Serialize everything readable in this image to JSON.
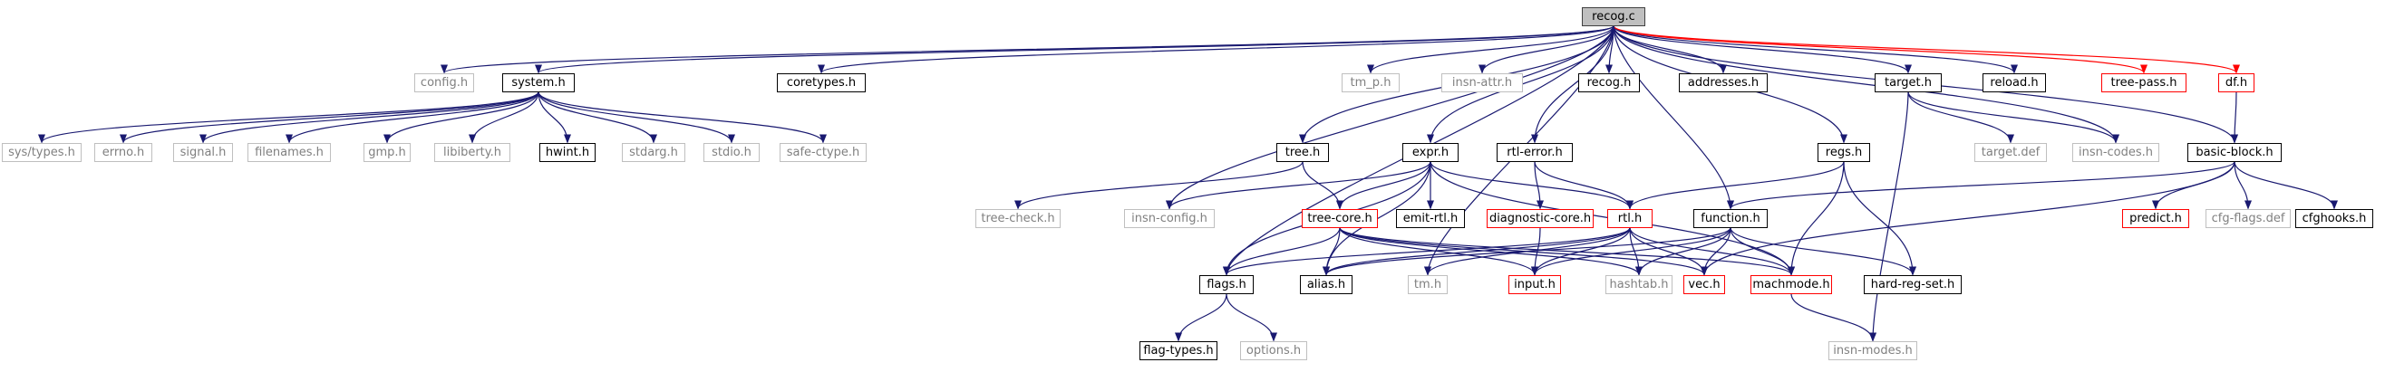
{
  "colors": {
    "edge": "#191970",
    "edge_red": "#ff0000",
    "border_black": "#000000",
    "border_grey": "#bfbfbf",
    "border_red": "#ff0000",
    "root_fill": "#bfbfbf",
    "grey_text": "#808080"
  },
  "graph": {
    "nodes": {
      "recog_c": {
        "label": "recog.c",
        "style": "root"
      },
      "config_h": {
        "label": "config.h",
        "style": "grey"
      },
      "system_h": {
        "label": "system.h",
        "style": "black"
      },
      "coretypes_h": {
        "label": "coretypes.h",
        "style": "black"
      },
      "tm_p_h": {
        "label": "tm_p.h",
        "style": "grey"
      },
      "insn_attr_h": {
        "label": "insn-attr.h",
        "style": "grey"
      },
      "recog_h": {
        "label": "recog.h",
        "style": "black"
      },
      "addresses_h": {
        "label": "addresses.h",
        "style": "black"
      },
      "target_h": {
        "label": "target.h",
        "style": "black"
      },
      "reload_h": {
        "label": "reload.h",
        "style": "black"
      },
      "tree_pass_h": {
        "label": "tree-pass.h",
        "style": "red"
      },
      "df_h": {
        "label": "df.h",
        "style": "red"
      },
      "sys_types_h": {
        "label": "sys/types.h",
        "style": "grey"
      },
      "errno_h": {
        "label": "errno.h",
        "style": "grey"
      },
      "signal_h": {
        "label": "signal.h",
        "style": "grey"
      },
      "filenames_h": {
        "label": "filenames.h",
        "style": "grey"
      },
      "gmp_h": {
        "label": "gmp.h",
        "style": "grey"
      },
      "libiberty_h": {
        "label": "libiberty.h",
        "style": "grey"
      },
      "hwint_h": {
        "label": "hwint.h",
        "style": "black"
      },
      "stdarg_h": {
        "label": "stdarg.h",
        "style": "grey"
      },
      "stdio_h": {
        "label": "stdio.h",
        "style": "grey"
      },
      "safe_ctype_h": {
        "label": "safe-ctype.h",
        "style": "grey"
      },
      "tree_h": {
        "label": "tree.h",
        "style": "black"
      },
      "expr_h": {
        "label": "expr.h",
        "style": "black"
      },
      "rtl_error_h": {
        "label": "rtl-error.h",
        "style": "black"
      },
      "regs_h": {
        "label": "regs.h",
        "style": "black"
      },
      "target_def": {
        "label": "target.def",
        "style": "grey"
      },
      "insn_codes_h": {
        "label": "insn-codes.h",
        "style": "grey"
      },
      "basic_block_h": {
        "label": "basic-block.h",
        "style": "black"
      },
      "tree_check_h": {
        "label": "tree-check.h",
        "style": "grey"
      },
      "insn_config_h": {
        "label": "insn-config.h",
        "style": "grey"
      },
      "tree_core_h": {
        "label": "tree-core.h",
        "style": "red"
      },
      "emit_rtl_h": {
        "label": "emit-rtl.h",
        "style": "black"
      },
      "diagnostic_core_h": {
        "label": "diagnostic-core.h",
        "style": "red"
      },
      "rtl_h": {
        "label": "rtl.h",
        "style": "red"
      },
      "function_h": {
        "label": "function.h",
        "style": "black"
      },
      "predict_h": {
        "label": "predict.h",
        "style": "red"
      },
      "cfg_flags_def": {
        "label": "cfg-flags.def",
        "style": "grey"
      },
      "cfghooks_h": {
        "label": "cfghooks.h",
        "style": "black"
      },
      "flags_h": {
        "label": "flags.h",
        "style": "black"
      },
      "alias_h": {
        "label": "alias.h",
        "style": "black"
      },
      "tm_h": {
        "label": "tm.h",
        "style": "grey"
      },
      "input_h": {
        "label": "input.h",
        "style": "red"
      },
      "hashtab_h": {
        "label": "hashtab.h",
        "style": "grey"
      },
      "vec_h": {
        "label": "vec.h",
        "style": "red"
      },
      "machmode_h": {
        "label": "machmode.h",
        "style": "red"
      },
      "hard_reg_set_h": {
        "label": "hard-reg-set.h",
        "style": "black"
      },
      "flag_types_h": {
        "label": "flag-types.h",
        "style": "black"
      },
      "options_h": {
        "label": "options.h",
        "style": "grey"
      },
      "insn_modes_h": {
        "label": "insn-modes.h",
        "style": "grey"
      }
    },
    "edges": [
      [
        "recog_c",
        "config_h"
      ],
      [
        "recog_c",
        "system_h"
      ],
      [
        "recog_c",
        "coretypes_h"
      ],
      [
        "recog_c",
        "tm_p_h"
      ],
      [
        "recog_c",
        "insn_attr_h"
      ],
      [
        "recog_c",
        "recog_h"
      ],
      [
        "recog_c",
        "addresses_h"
      ],
      [
        "recog_c",
        "target_h"
      ],
      [
        "recog_c",
        "reload_h"
      ],
      [
        "recog_c",
        "tree_pass_h"
      ],
      [
        "recog_c",
        "df_h"
      ],
      [
        "recog_c",
        "tree_h"
      ],
      [
        "recog_c",
        "expr_h"
      ],
      [
        "recog_c",
        "rtl_error_h"
      ],
      [
        "recog_c",
        "regs_h"
      ],
      [
        "recog_c",
        "insn_codes_h"
      ],
      [
        "recog_c",
        "basic_block_h"
      ],
      [
        "recog_c",
        "function_h"
      ],
      [
        "recog_c",
        "insn_config_h"
      ],
      [
        "recog_c",
        "flags_h"
      ],
      [
        "recog_c",
        "tm_h"
      ],
      [
        "system_h",
        "sys_types_h"
      ],
      [
        "system_h",
        "errno_h"
      ],
      [
        "system_h",
        "signal_h"
      ],
      [
        "system_h",
        "filenames_h"
      ],
      [
        "system_h",
        "gmp_h"
      ],
      [
        "system_h",
        "libiberty_h"
      ],
      [
        "system_h",
        "hwint_h"
      ],
      [
        "system_h",
        "stdarg_h"
      ],
      [
        "system_h",
        "stdio_h"
      ],
      [
        "system_h",
        "safe_ctype_h"
      ],
      [
        "tree_h",
        "tree_check_h"
      ],
      [
        "tree_h",
        "tree_core_h"
      ],
      [
        "expr_h",
        "insn_config_h"
      ],
      [
        "expr_h",
        "tree_core_h"
      ],
      [
        "expr_h",
        "emit_rtl_h"
      ],
      [
        "expr_h",
        "rtl_h"
      ],
      [
        "expr_h",
        "flags_h"
      ],
      [
        "expr_h",
        "alias_h"
      ],
      [
        "expr_h",
        "machmode_h"
      ],
      [
        "rtl_error_h",
        "diagnostic_core_h"
      ],
      [
        "rtl_error_h",
        "rtl_h"
      ],
      [
        "regs_h",
        "rtl_h"
      ],
      [
        "regs_h",
        "machmode_h"
      ],
      [
        "regs_h",
        "hard_reg_set_h"
      ],
      [
        "target_h",
        "target_def"
      ],
      [
        "target_h",
        "insn_codes_h"
      ],
      [
        "target_h",
        "insn_modes_h"
      ],
      [
        "df_h",
        "basic_block_h"
      ],
      [
        "basic_block_h",
        "function_h"
      ],
      [
        "basic_block_h",
        "predict_h"
      ],
      [
        "basic_block_h",
        "cfg_flags_def"
      ],
      [
        "basic_block_h",
        "cfghooks_h"
      ],
      [
        "basic_block_h",
        "vec_h"
      ],
      [
        "tree_core_h",
        "flags_h"
      ],
      [
        "tree_core_h",
        "alias_h"
      ],
      [
        "tree_core_h",
        "input_h"
      ],
      [
        "tree_core_h",
        "hashtab_h"
      ],
      [
        "tree_core_h",
        "vec_h"
      ],
      [
        "tree_core_h",
        "machmode_h"
      ],
      [
        "diagnostic_core_h",
        "input_h"
      ],
      [
        "rtl_h",
        "flags_h"
      ],
      [
        "rtl_h",
        "alias_h"
      ],
      [
        "rtl_h",
        "tm_h"
      ],
      [
        "rtl_h",
        "input_h"
      ],
      [
        "rtl_h",
        "hashtab_h"
      ],
      [
        "rtl_h",
        "vec_h"
      ],
      [
        "rtl_h",
        "machmode_h"
      ],
      [
        "function_h",
        "alias_h"
      ],
      [
        "function_h",
        "input_h"
      ],
      [
        "function_h",
        "hashtab_h"
      ],
      [
        "function_h",
        "vec_h"
      ],
      [
        "function_h",
        "machmode_h"
      ],
      [
        "function_h",
        "hard_reg_set_h"
      ],
      [
        "flags_h",
        "flag_types_h"
      ],
      [
        "flags_h",
        "options_h"
      ],
      [
        "machmode_h",
        "insn_modes_h"
      ]
    ],
    "red_edges": [
      [
        "recog_c",
        "tree_pass_h"
      ],
      [
        "recog_c",
        "df_h"
      ]
    ]
  }
}
